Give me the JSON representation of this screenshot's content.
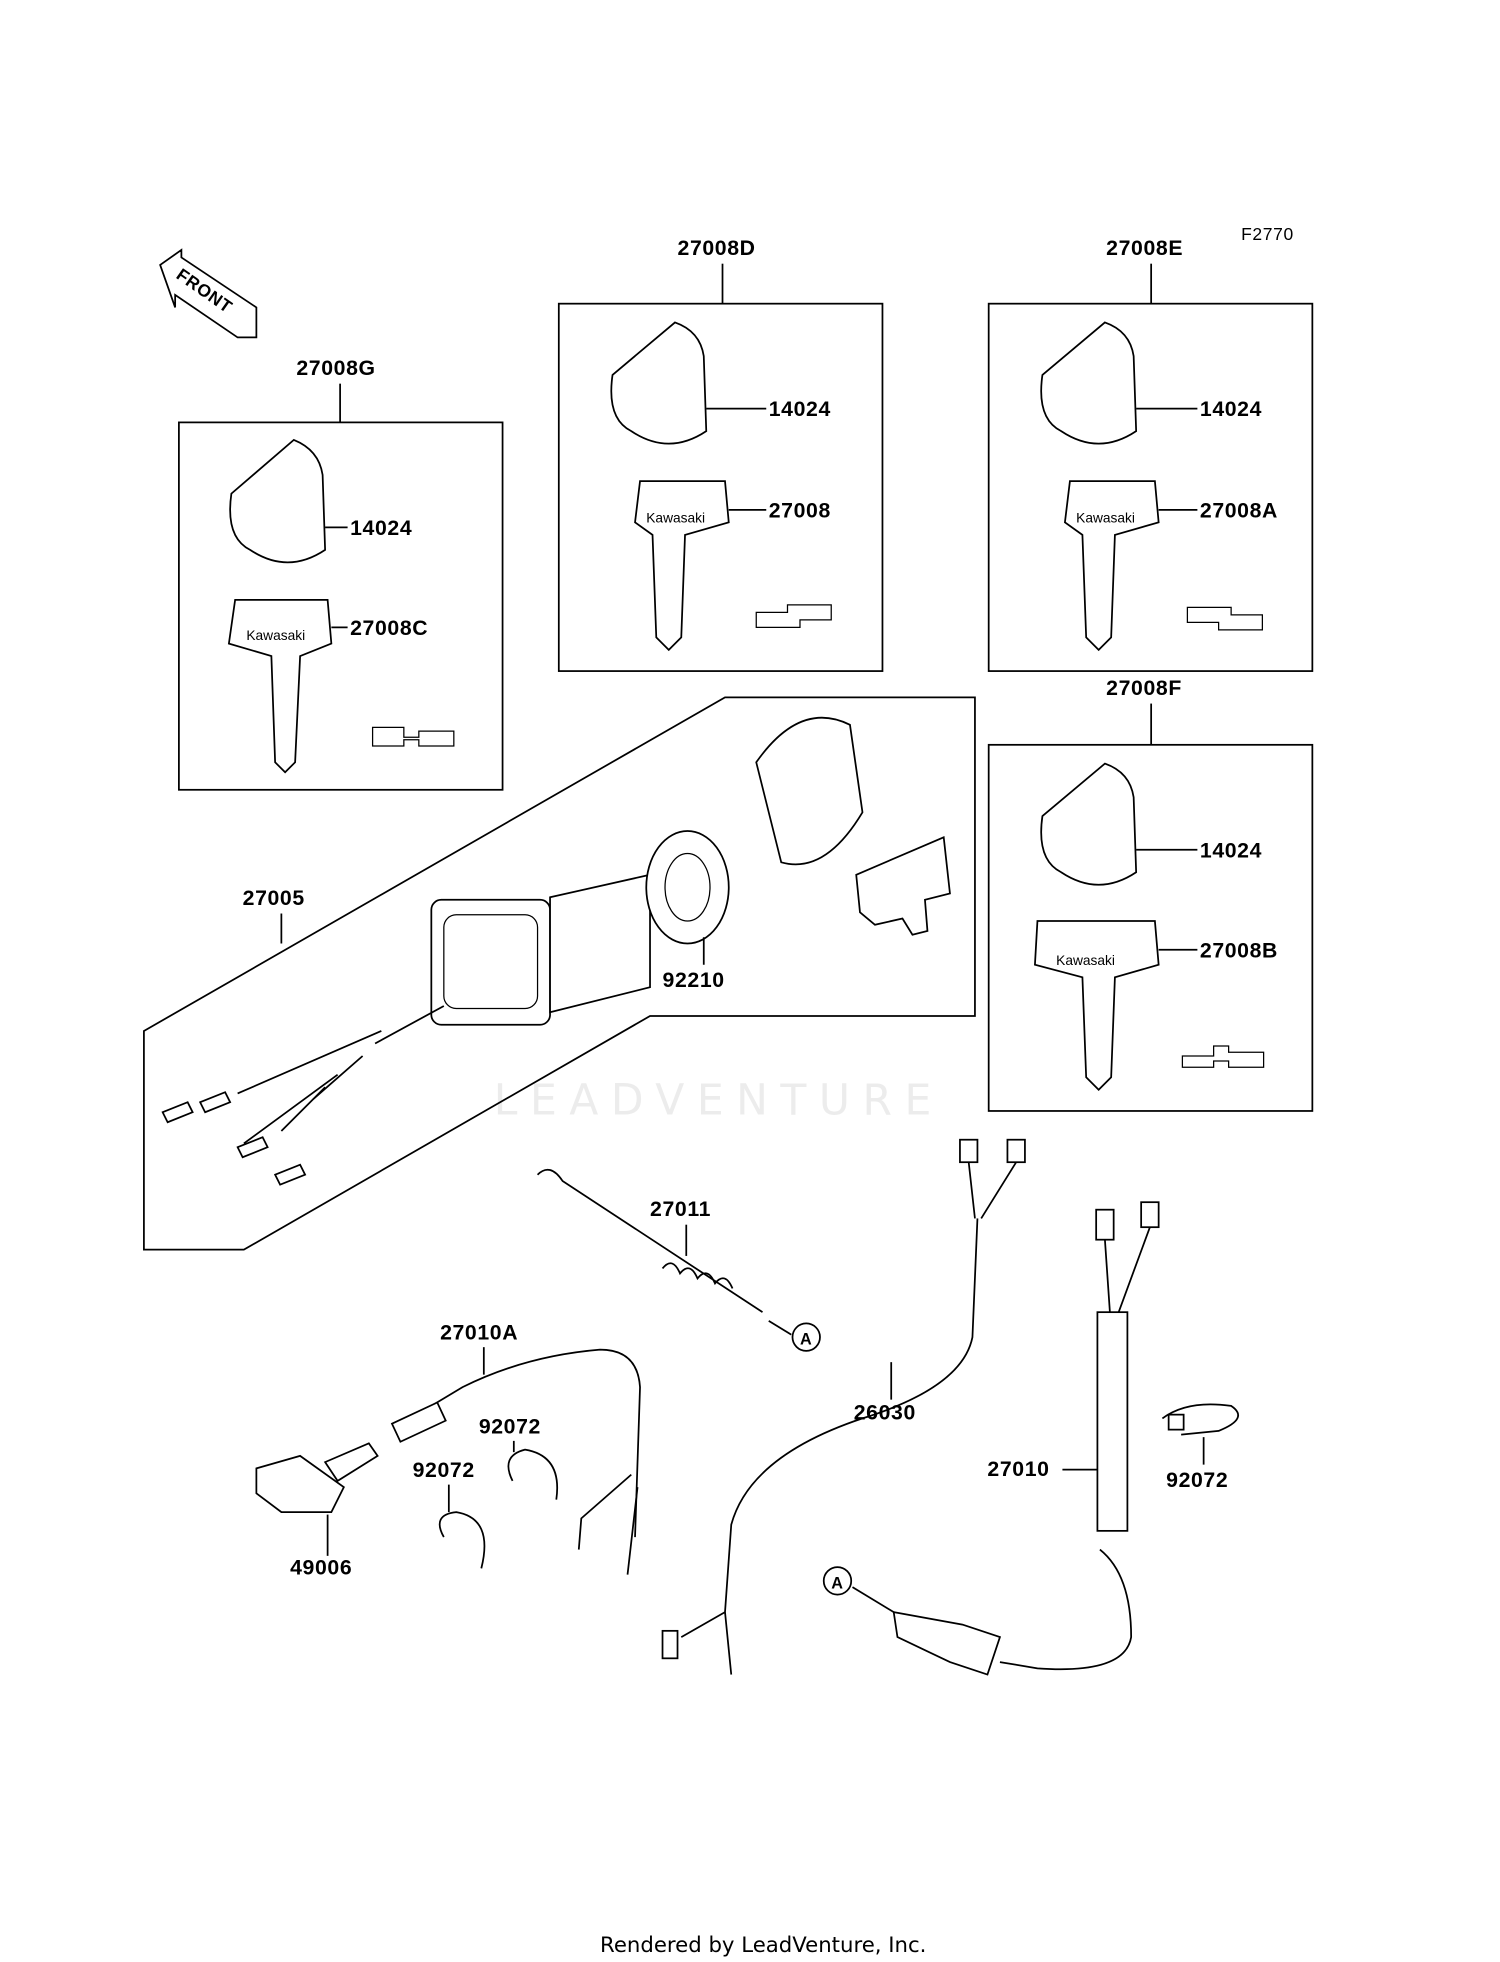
{
  "diagram": {
    "figure_code": "F2770",
    "front_arrow_label": "FRONT",
    "watermark": "LEADVENTURE",
    "footer": "Rendered by LeadVenture, Inc.",
    "brand_on_parts": "Kawasaki",
    "kits": [
      {
        "kit": "27008G",
        "knob": "14024",
        "key": "27008C"
      },
      {
        "kit": "27008D",
        "knob": "14024",
        "key": "27008"
      },
      {
        "kit": "27008E",
        "knob": "14024",
        "key": "27008A"
      },
      {
        "kit": "27008F",
        "knob": "14024",
        "key": "27008B"
      }
    ],
    "parts": {
      "ignition_switch": "27005",
      "nut": "92210",
      "spring": "27011",
      "switch_assy_a": "27010A",
      "clamp_1": "92072",
      "clamp_2": "92072",
      "clamp_3": "92072",
      "cap": "49006",
      "lead": "26030",
      "switch_assy": "27010",
      "ref_a1": "A",
      "ref_a2": "A"
    }
  }
}
